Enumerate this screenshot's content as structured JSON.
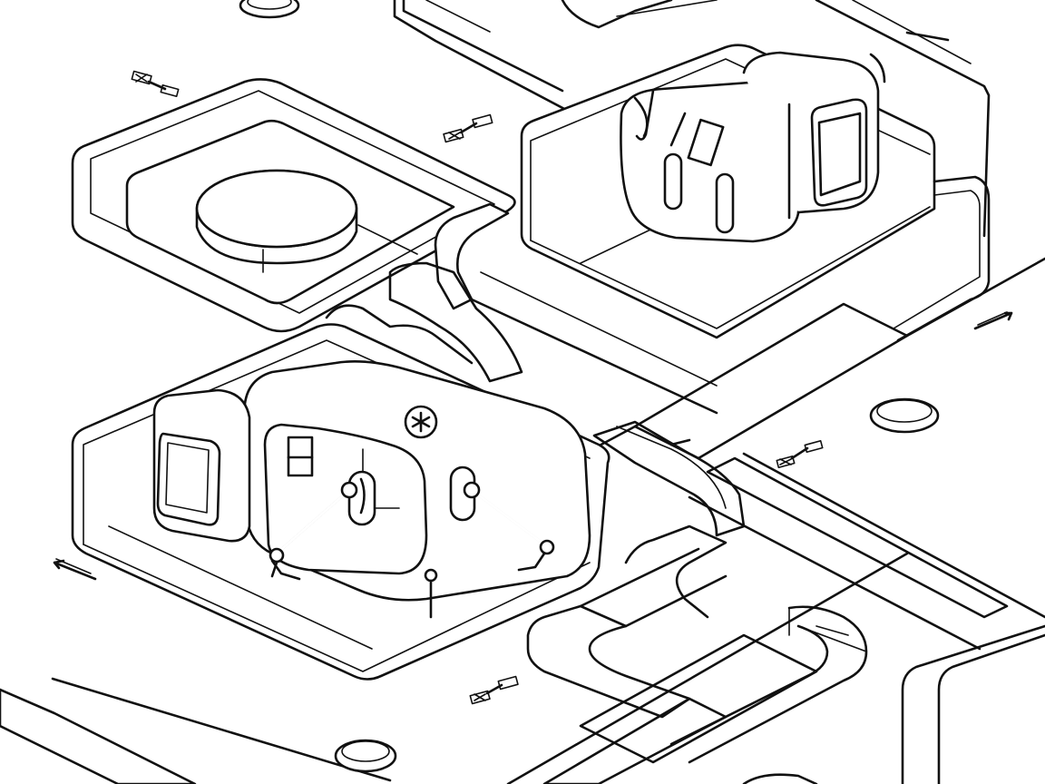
{
  "scene": {
    "style": "black line-art isometric illustration on white background",
    "background_color": "#ffffff",
    "line_color": "#111111",
    "elements": [
      "top-left-pad-with-oval-platform",
      "upper-right-pod-module",
      "lower-center-pod-module-with-robotic-arms",
      "winding-conveyor-belts",
      "striped-roadways",
      "floating-small-connectors",
      "ground-discs",
      "direction-arrows"
    ]
  },
  "icons": {
    "emblem": "asterisk-emblem-icon",
    "connector": "connector-icon",
    "arrow": "arrow-icon",
    "disc": "disc-icon"
  }
}
